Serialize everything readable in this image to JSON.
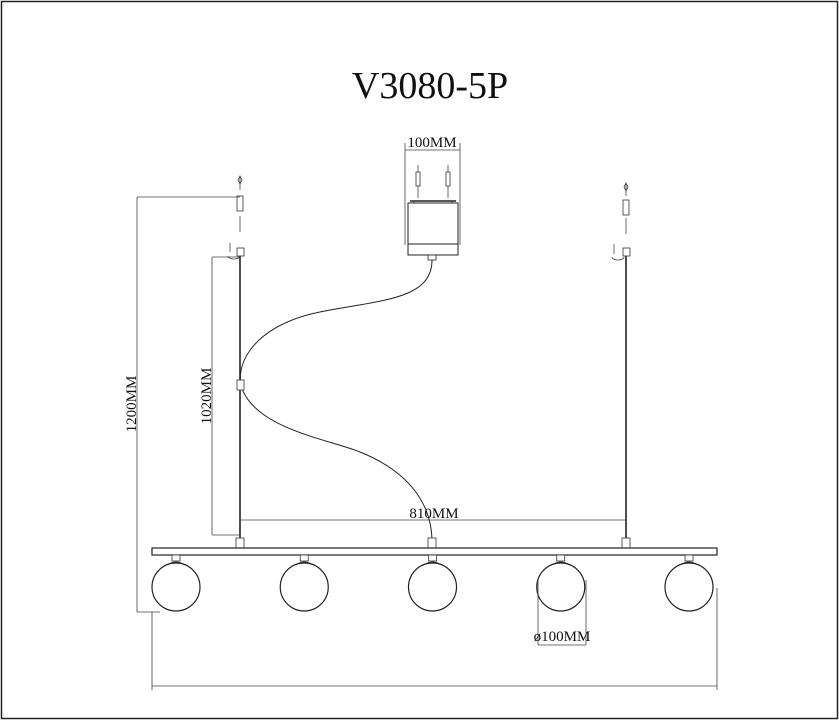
{
  "title": "V3080-5P",
  "dimensions": {
    "canopy_width": "100MM",
    "total_height": "1200MM",
    "rod_height": "1020MM",
    "rod_spacing": "810MM",
    "globe_diameter": "ø100MM"
  },
  "globe_count": 5
}
